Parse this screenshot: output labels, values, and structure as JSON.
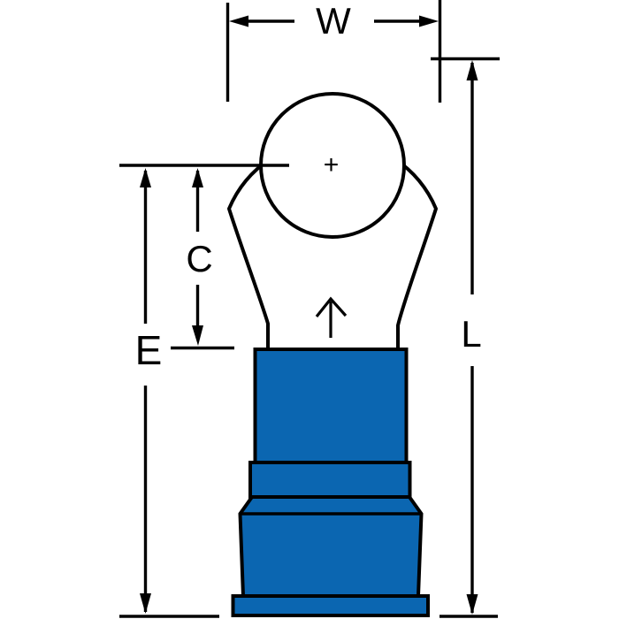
{
  "diagram": {
    "labels": {
      "width": "W",
      "length": "L",
      "end": "E",
      "center": "C"
    },
    "center_mark": "+",
    "colors": {
      "background": "#ffffff",
      "line": "#000000",
      "insulation": "#0b66b1"
    }
  }
}
